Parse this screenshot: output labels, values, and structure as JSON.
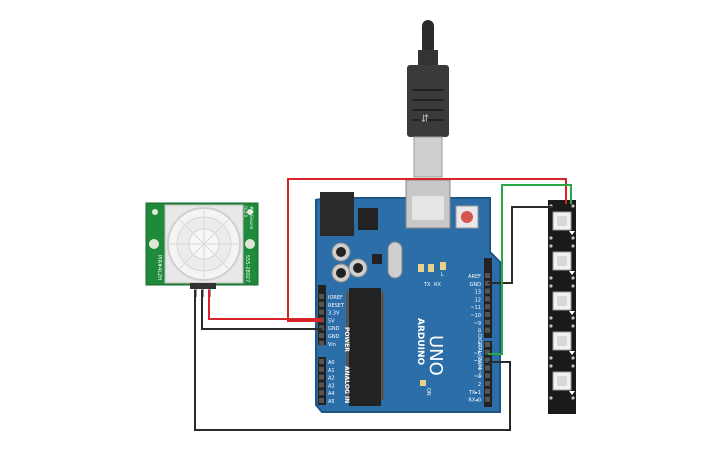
{
  "pir_sensor": {
    "side_left": "PIR#4L2H",
    "side_right_1": "555-28027",
    "side_right_top": "#W Ground",
    "side_right_top2": "Out 0"
  },
  "arduino": {
    "model": "UNO",
    "brand": "ARDUINO",
    "power_label": "POWER",
    "analog_label": "ANALOG IN",
    "digital_label": "DIGITAL (PWM ~)",
    "on_label": "ON",
    "tx_label": "TX",
    "rx_label": "RX",
    "l_label": "L",
    "power_pins": [
      "IOREF",
      "RESET",
      "3.3V",
      "5V",
      "GND",
      "GND",
      "Vin"
    ],
    "analog_pins": [
      "A0",
      "A1",
      "A2",
      "A3",
      "A4",
      "A5"
    ],
    "digital_top": [
      "AREF",
      "GND",
      "13",
      "12",
      "~11",
      "~10",
      "~9",
      "8"
    ],
    "digital_bottom": [
      "7",
      "~6",
      "~5",
      "4",
      "~3",
      "2",
      "TX▸1",
      "RX◂0"
    ]
  },
  "neopixel_strip": {
    "pixel_count": 5
  },
  "colors": {
    "board": "#2b6ea8",
    "pcb_green": "#1f8a3a",
    "wire_red": "#d9232a",
    "wire_black": "#2b2b2b",
    "wire_green": "#27a844"
  }
}
